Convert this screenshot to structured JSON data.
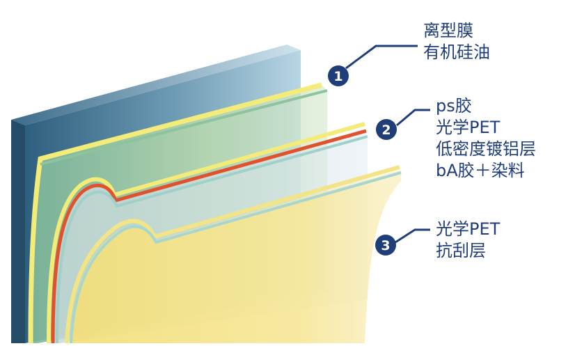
{
  "colors": {
    "navy": "#1f3d78",
    "backing": "#4d7f9c",
    "yellow_edge": "#f4ec78",
    "green_film": "#a9d0a8",
    "red_stripe": "#e0522e",
    "teal_stripe": "#9fd0c9",
    "pale_yellow": "#f7e8a0"
  },
  "callouts": [
    {
      "number": "1",
      "lines": [
        "离型膜",
        "有机硅油"
      ]
    },
    {
      "number": "2",
      "lines": [
        "ps胶",
        "光学PET",
        "低密度镀铝层",
        "bA胶＋染料"
      ]
    },
    {
      "number": "3",
      "lines": [
        "光学PET",
        "抗刮层"
      ]
    }
  ]
}
